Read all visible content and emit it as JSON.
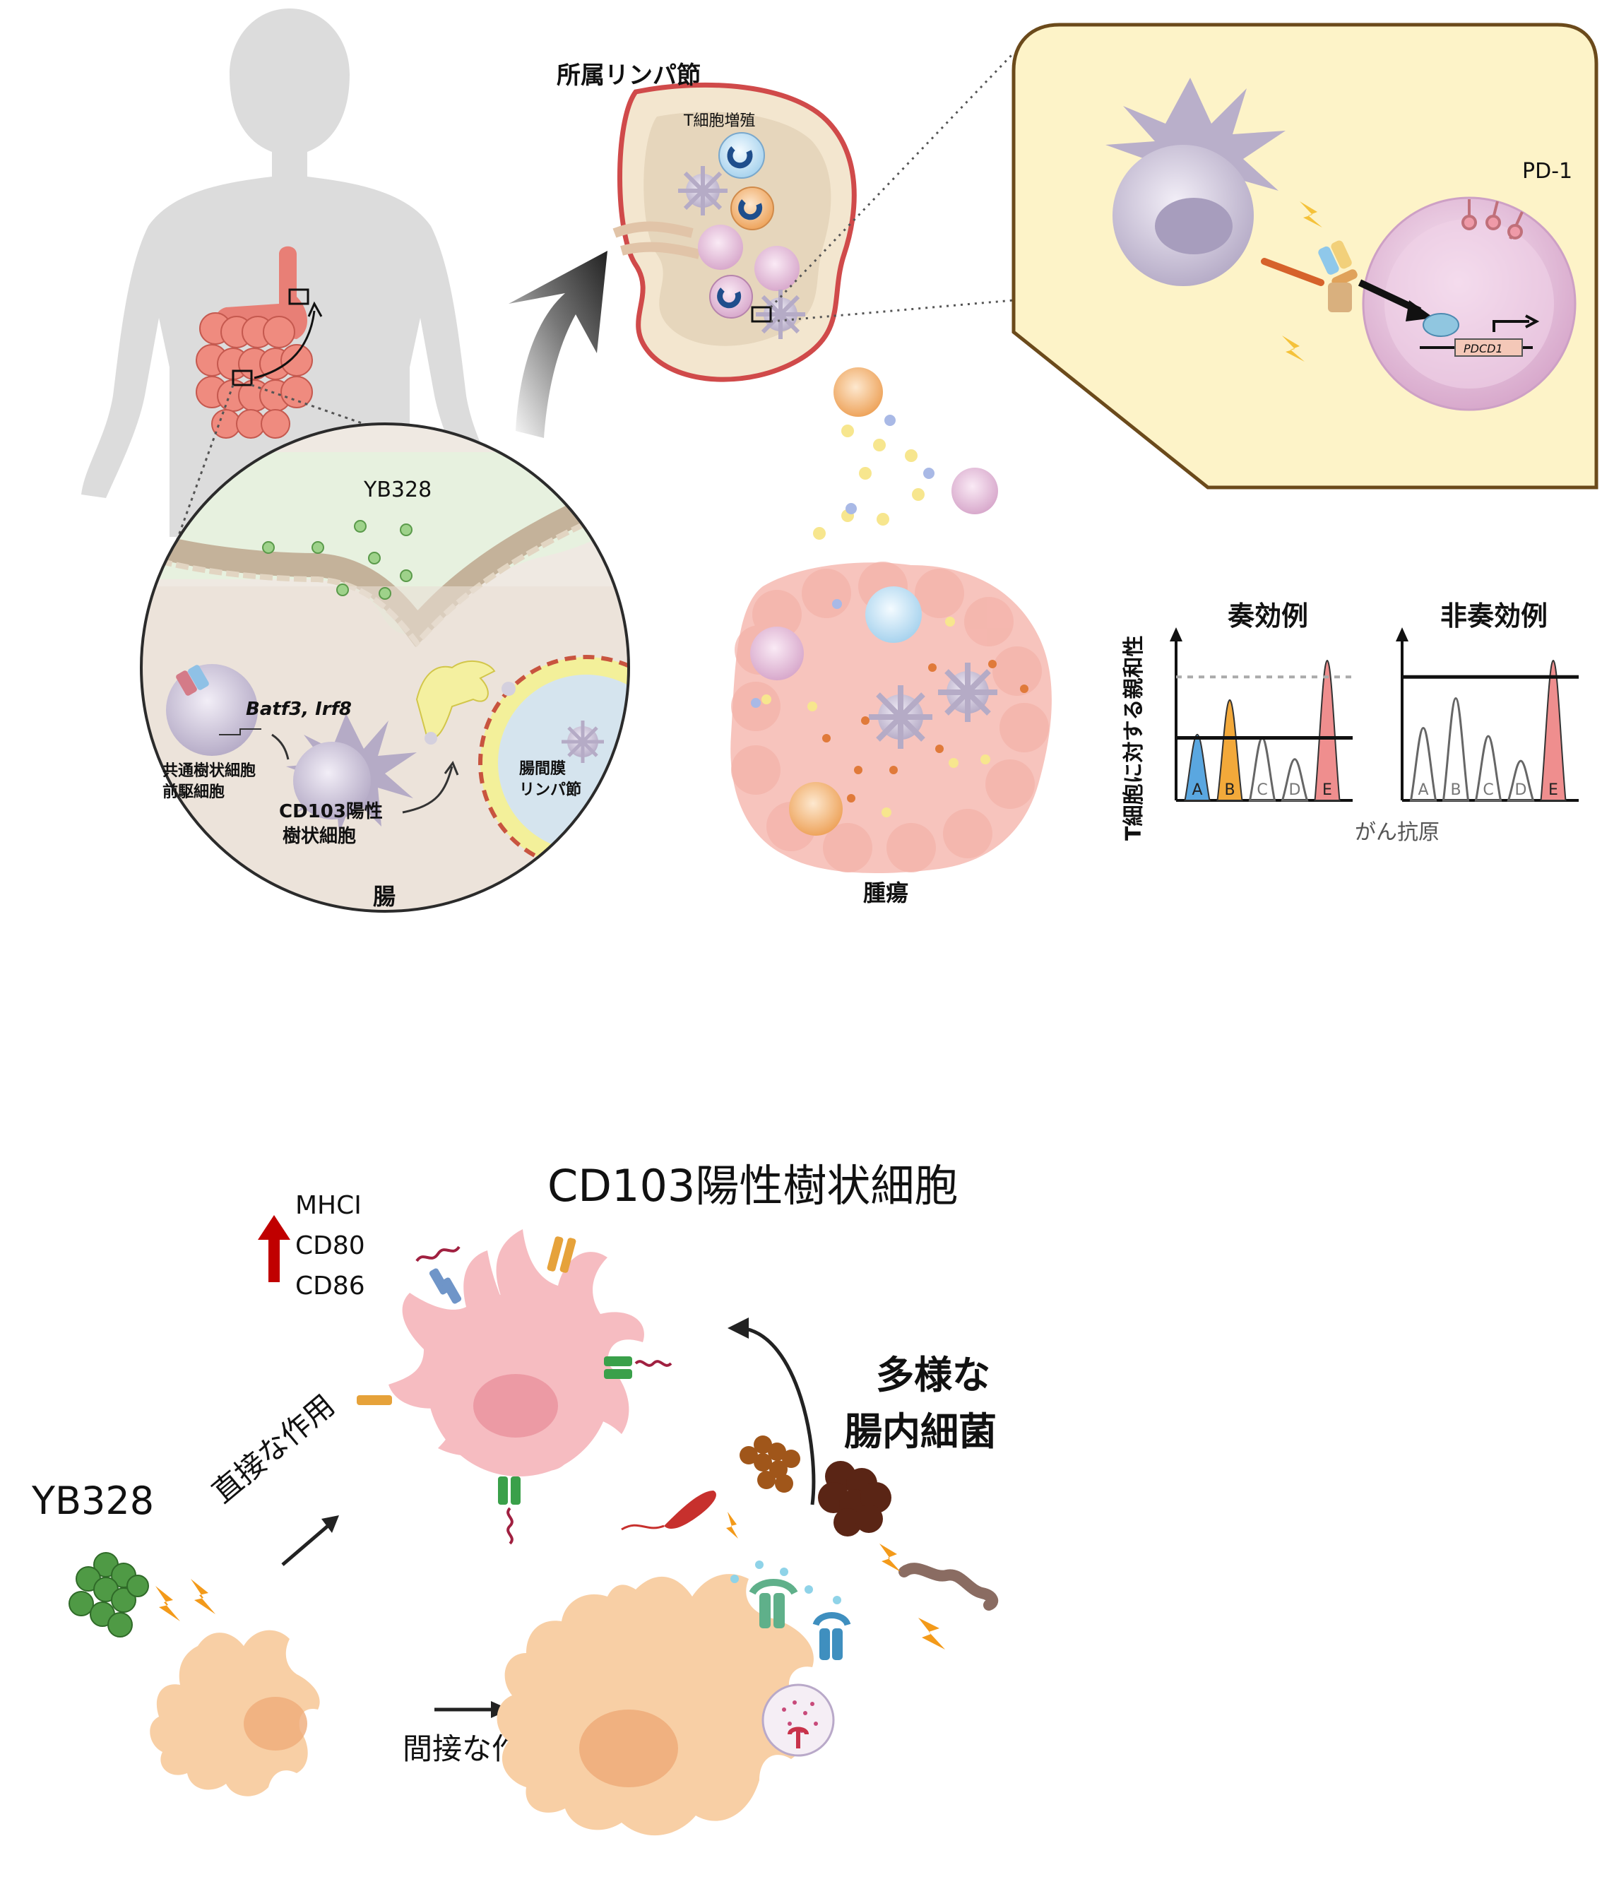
{
  "top": {
    "lymph_node_title": "所属リンパ節",
    "t_cell_proliferation": "T細胞増殖",
    "pd1": "PD-1",
    "pdcd1": "PDCD1",
    "yb328_gut": "YB328",
    "gene_label": "Batf3, Irf8",
    "common_dc_precursor": [
      "共通樹状細胞",
      "前駆細胞"
    ],
    "cd103_dc_small": [
      "CD103陽性",
      "樹状細胞"
    ],
    "mesenteric_ln": [
      "腸間膜",
      "リンパ節"
    ],
    "gut": "腸",
    "tumor": "腫瘍"
  },
  "chart_data": {
    "type": "bar",
    "ylabel": "T細胞に対する親和性",
    "xlabel": "がん抗原",
    "categories": [
      "A",
      "B",
      "C",
      "D",
      "E"
    ],
    "panels": [
      {
        "title": "奏効例",
        "values": [
          0.4,
          0.61,
          0.38,
          0.25,
          0.85
        ],
        "threshold": 0.38,
        "reference_dashed": 0.75,
        "highlight_colors": [
          "#5aa7e0",
          "#f3a93a",
          null,
          null,
          "#ef8e8e"
        ]
      },
      {
        "title": "非奏効例",
        "values": [
          0.44,
          0.62,
          0.39,
          0.24,
          0.85
        ],
        "threshold": 0.75,
        "highlight_colors": [
          null,
          null,
          null,
          null,
          "#ef8e8e"
        ]
      }
    ]
  },
  "bottom": {
    "cd103_title": "CD103陽性樹状細胞",
    "markers": [
      "MHCI",
      "CD80",
      "CD86"
    ],
    "yb328": "YB328",
    "direct": "直接な作用",
    "indirect": "間接な作用",
    "bacteria": [
      "多様な",
      "腸内細菌"
    ]
  },
  "colors": {
    "up_arrow": "#c00000",
    "tumor": "#f7c4bd",
    "dc_pink": "#f6bcc1",
    "dc_orange": "#f8cfa5",
    "inset_bg": "#fdf3c8",
    "inset_border": "#6b4a1b"
  }
}
